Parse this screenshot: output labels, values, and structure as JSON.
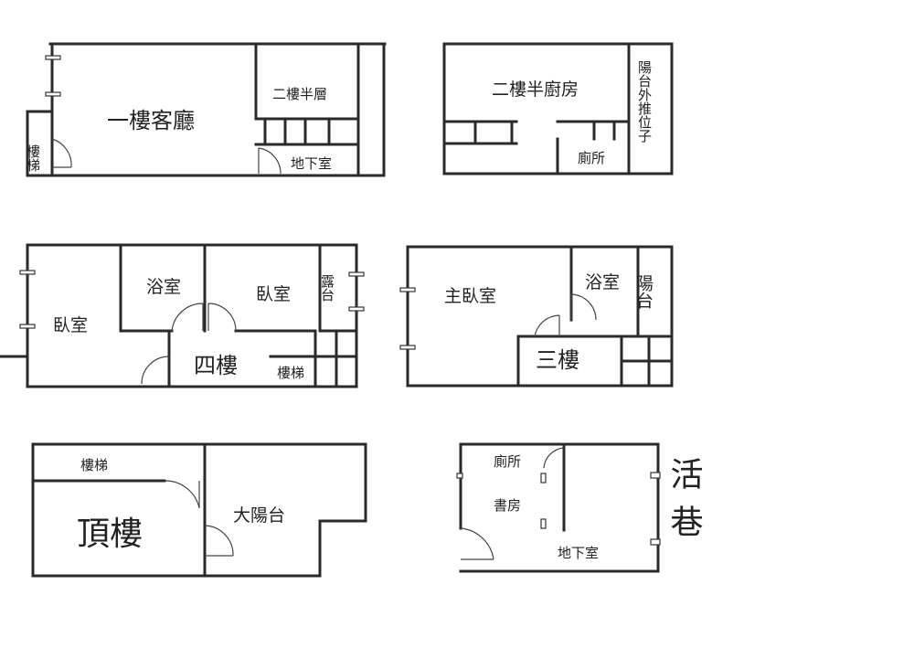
{
  "plans": {
    "first_floor": {
      "living_room": "一樓客廳",
      "mezzanine": "二樓半層",
      "stairs": "樓梯",
      "basement": "地下室"
    },
    "second_half_floor": {
      "kitchen": "二樓半廚房",
      "toilet": "廁所",
      "balcony_extension": "陽台外推位子"
    },
    "fourth_floor": {
      "bathroom": "浴室",
      "bedroom_right": "臥室",
      "bedroom_left": "臥室",
      "terrace": "露台",
      "floor_label": "四樓",
      "stairs": "樓梯"
    },
    "third_floor": {
      "master_bedroom": "主臥室",
      "bathroom": "浴室",
      "balcony": "陽台",
      "floor_label": "三樓"
    },
    "rooftop": {
      "stairs": "樓梯",
      "floor_label": "頂樓",
      "big_balcony": "大陽台"
    },
    "basement": {
      "toilet": "廁所",
      "study": "書房",
      "floor_label": "地下室"
    }
  },
  "alley_label": "活巷"
}
